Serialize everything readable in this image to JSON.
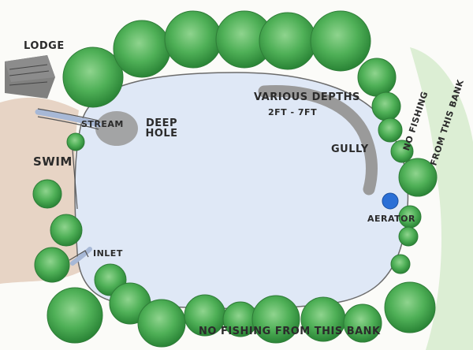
{
  "labels": {
    "lodge": "LODGE",
    "stream": "STREAM",
    "deep_hole": "DEEP HOLE",
    "swim": "SWIM",
    "various_depths": "VARIOUS DEPTHS",
    "depth_range": "2FT - 7FT",
    "gully": "GULLY",
    "aerator": "AERATOR",
    "inlet": "INLET",
    "no_fishing_bottom": "NO FISHING FROM THIS BANK",
    "no_fishing_right_1": "NO FISHING",
    "no_fishing_right_2": "FROM THIS BANK"
  },
  "colors": {
    "water": "#dfe8f6",
    "tree": "#4fb057",
    "tree_dark": "#2f8f3a",
    "bank_brown": "#c9a488",
    "bank_green": "#cfe8c5",
    "deep_hole": "#9c9c9c",
    "gully": "#9a9a9a",
    "aerator": "#2a6fd6",
    "outline": "#555555"
  }
}
